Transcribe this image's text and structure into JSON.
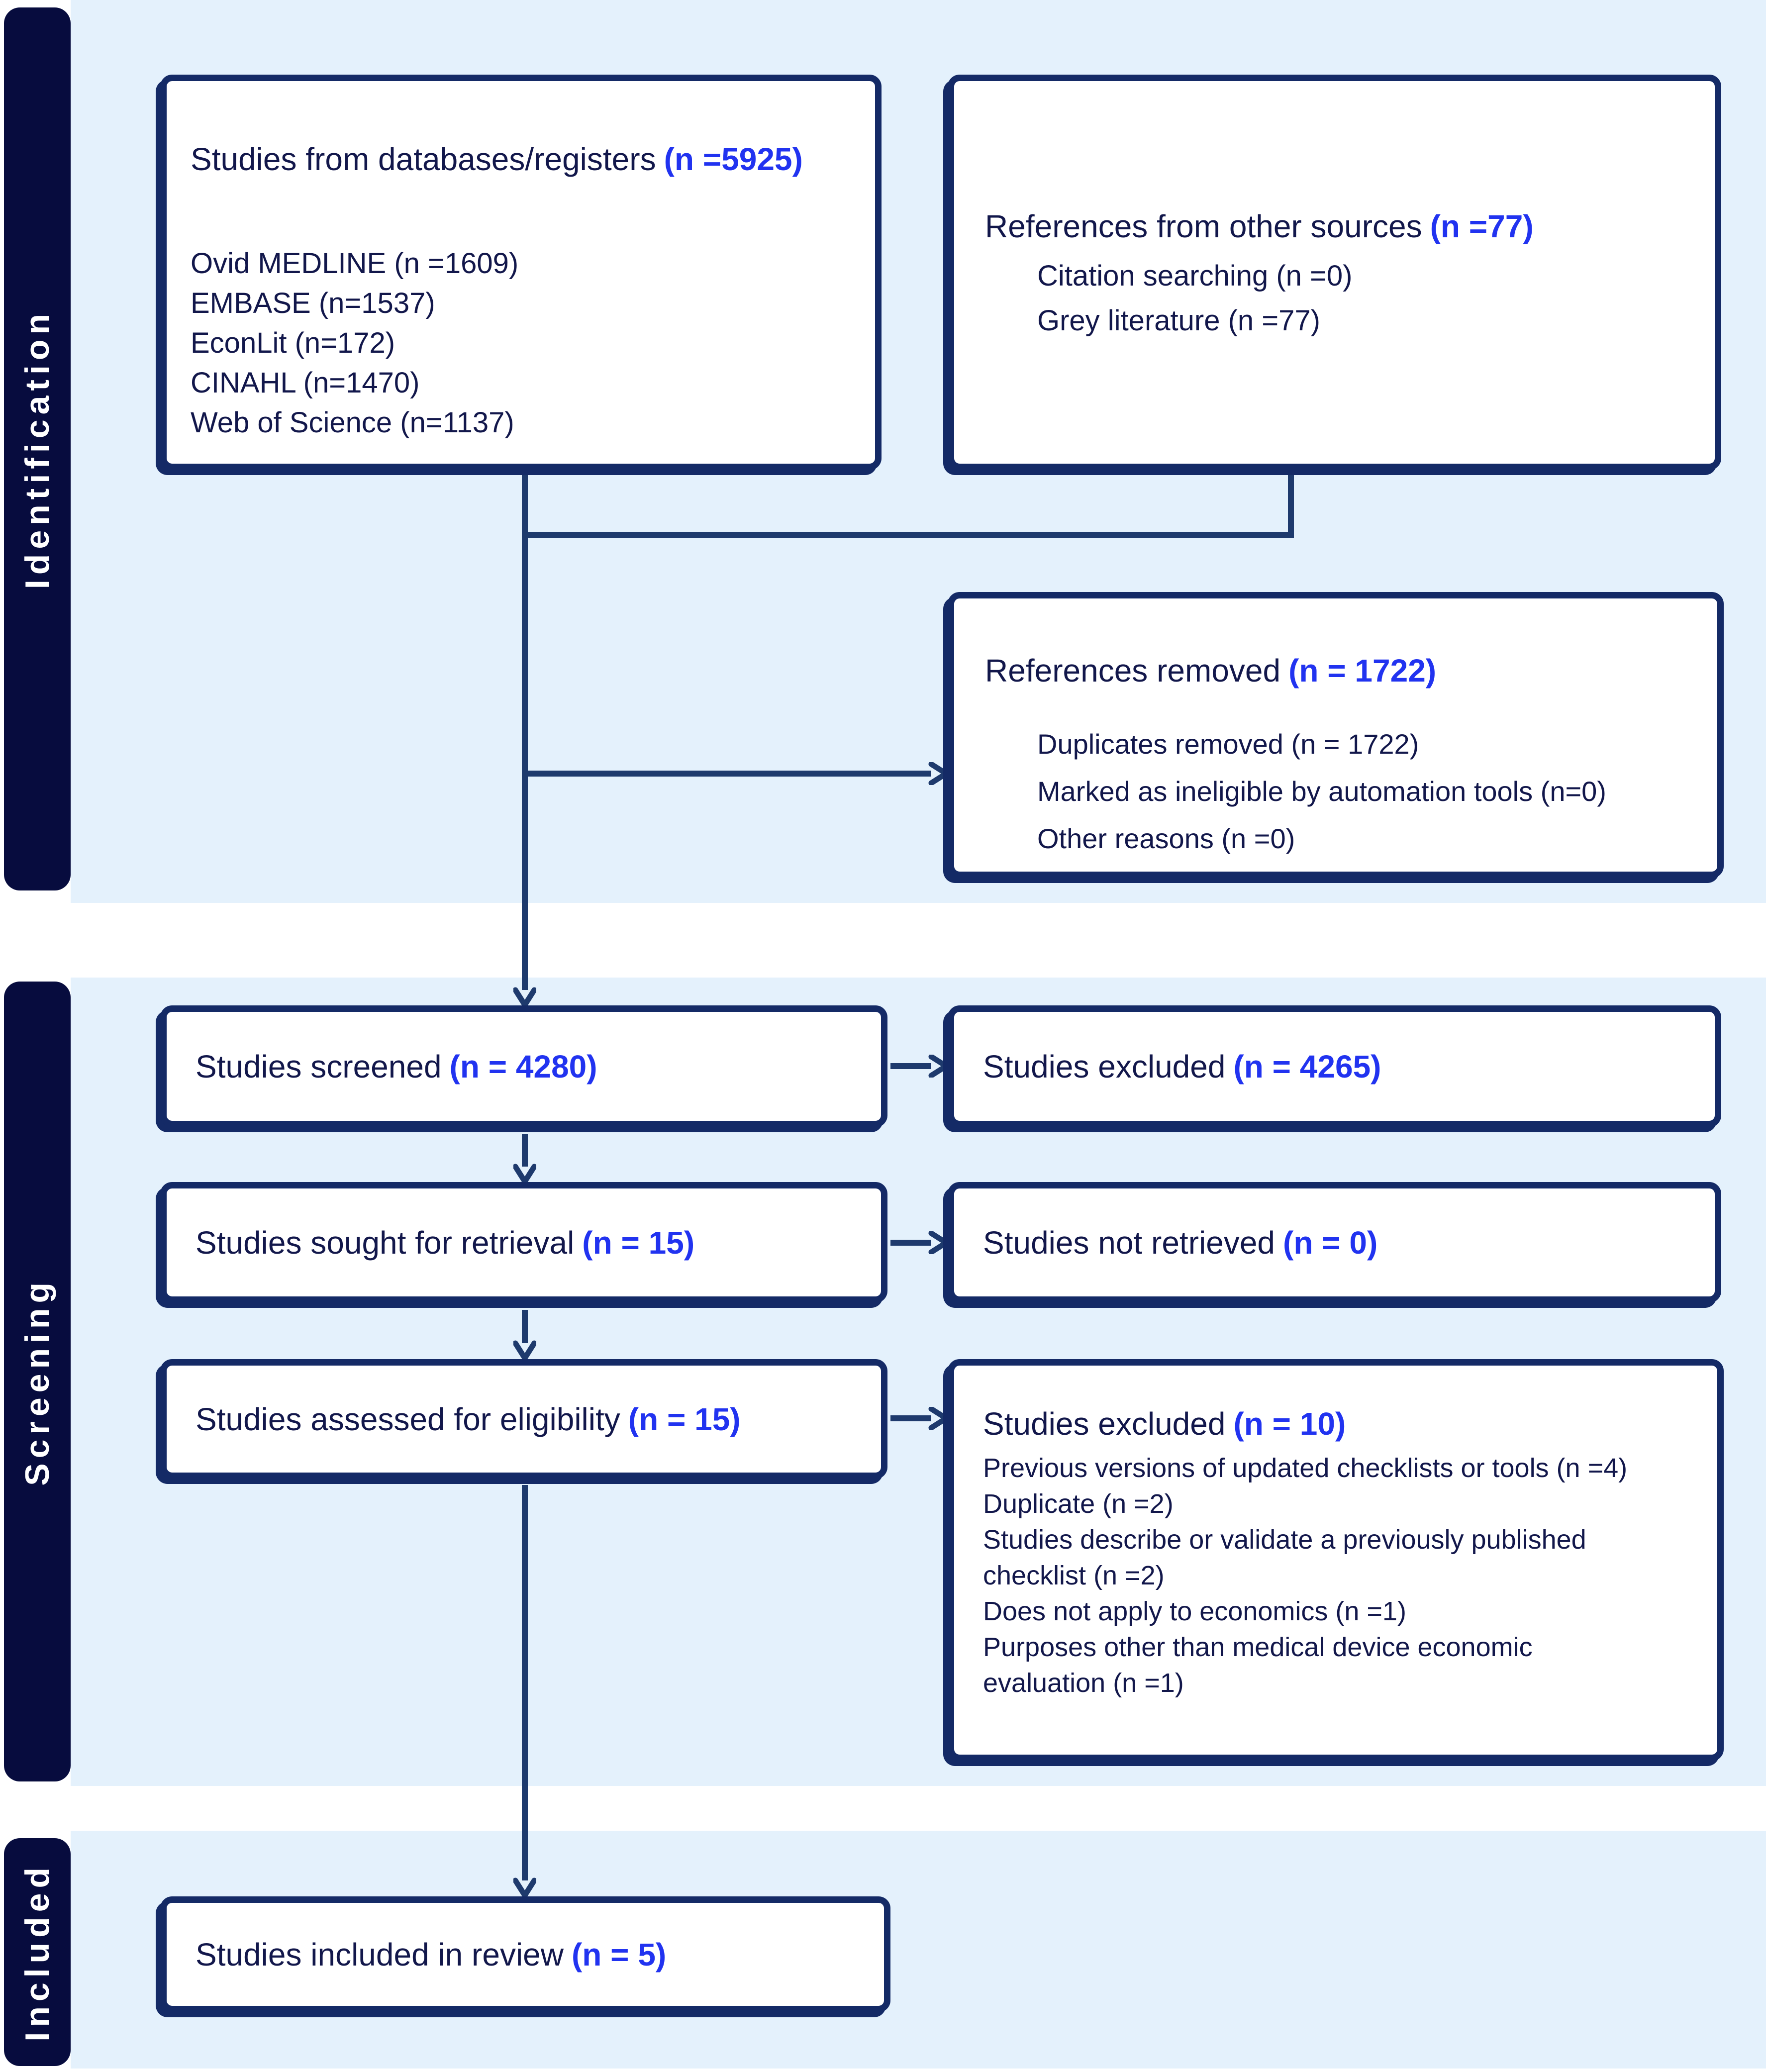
{
  "diagram": {
    "kind": "PRISMA flow diagram",
    "colors": {
      "accent_blue": "#2133f0",
      "navy_text": "#12174b",
      "box_border": "#142a66",
      "connector": "#1e3a6d",
      "band_background": "#e4f1fc",
      "sidebar_background": "#070c3e",
      "sidebar_text": "#ffffff"
    }
  },
  "sidebar": {
    "labels": [
      "Identification",
      "Screening",
      "Included"
    ]
  },
  "boxes": {
    "databases": {
      "title": "Studies from databases/registers",
      "n": "(n =5925)",
      "items": [
        "Ovid MEDLINE (n =1609)",
        "EMBASE (n=1537)",
        "EconLit (n=172)",
        "CINAHL (n=1470)",
        "Web of Science (n=1137)"
      ]
    },
    "other_sources": {
      "title": "References from other sources",
      "n": "(n =77)",
      "items": [
        "Citation searching (n =0)",
        "Grey literature (n =77)"
      ]
    },
    "removed": {
      "title": "References removed",
      "n": "(n = 1722)",
      "items": [
        "Duplicates removed (n = 1722)",
        "Marked as ineligible by automation tools (n=0)",
        "Other reasons (n =0)"
      ]
    },
    "screened": {
      "title": "Studies screened",
      "n": "(n = 4280)"
    },
    "excluded_screening": {
      "title": "Studies excluded",
      "n": "(n = 4265)"
    },
    "sought": {
      "title": "Studies sought for retrieval",
      "n": "(n = 15)"
    },
    "not_retrieved": {
      "title": "Studies not retrieved",
      "n": "(n = 0)"
    },
    "assessed": {
      "title": "Studies assessed for eligibility",
      "n": "(n = 15)"
    },
    "excluded_eligibility": {
      "title": "Studies excluded",
      "n": "(n = 10)",
      "items": [
        "Previous versions of updated checklists or tools (n =4)",
        "Duplicate (n =2)",
        "Studies describe or validate a previously published",
        "checklist (n =2)",
        "Does not apply to economics (n =1)",
        "Purposes other than medical device economic",
        "evaluation (n =1)"
      ]
    },
    "included": {
      "title": "Studies included in review",
      "n": "(n = 5)"
    }
  }
}
